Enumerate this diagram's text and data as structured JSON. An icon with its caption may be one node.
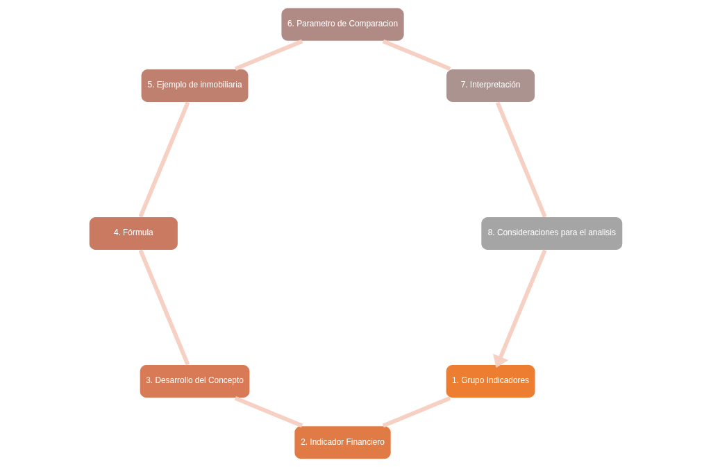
{
  "diagram": {
    "nodes": [
      {
        "text": [
          "1. Grupo Indicadores"
        ]
      },
      {
        "text": [
          "2. Indicador Financiero"
        ]
      },
      {
        "text": [
          "3. Desarrollo del Concepto"
        ]
      },
      {
        "text": [
          "4. Fórmula"
        ]
      },
      {
        "text": [
          "5. Ejemplo de inmobiliaria"
        ]
      },
      {
        "text": [
          "6. Parametro de Comparacion"
        ]
      },
      {
        "text": [
          "7. Interpretación"
        ]
      },
      {
        "text": [
          "8. Consideraciones para el analisis"
        ]
      }
    ],
    "edges": [
      {
        "from": 0,
        "to": 1,
        "arrow": "none"
      },
      {
        "from": 1,
        "to": 2,
        "arrow": "none"
      },
      {
        "from": 2,
        "to": 3,
        "arrow": "none"
      },
      {
        "from": 3,
        "to": 4,
        "arrow": "none"
      },
      {
        "from": 4,
        "to": 5,
        "arrow": "none"
      },
      {
        "from": 5,
        "to": 6,
        "arrow": "none"
      },
      {
        "from": 6,
        "to": 7,
        "arrow": "none"
      },
      {
        "from": 7,
        "to": 0,
        "arrow": "to"
      }
    ]
  }
}
